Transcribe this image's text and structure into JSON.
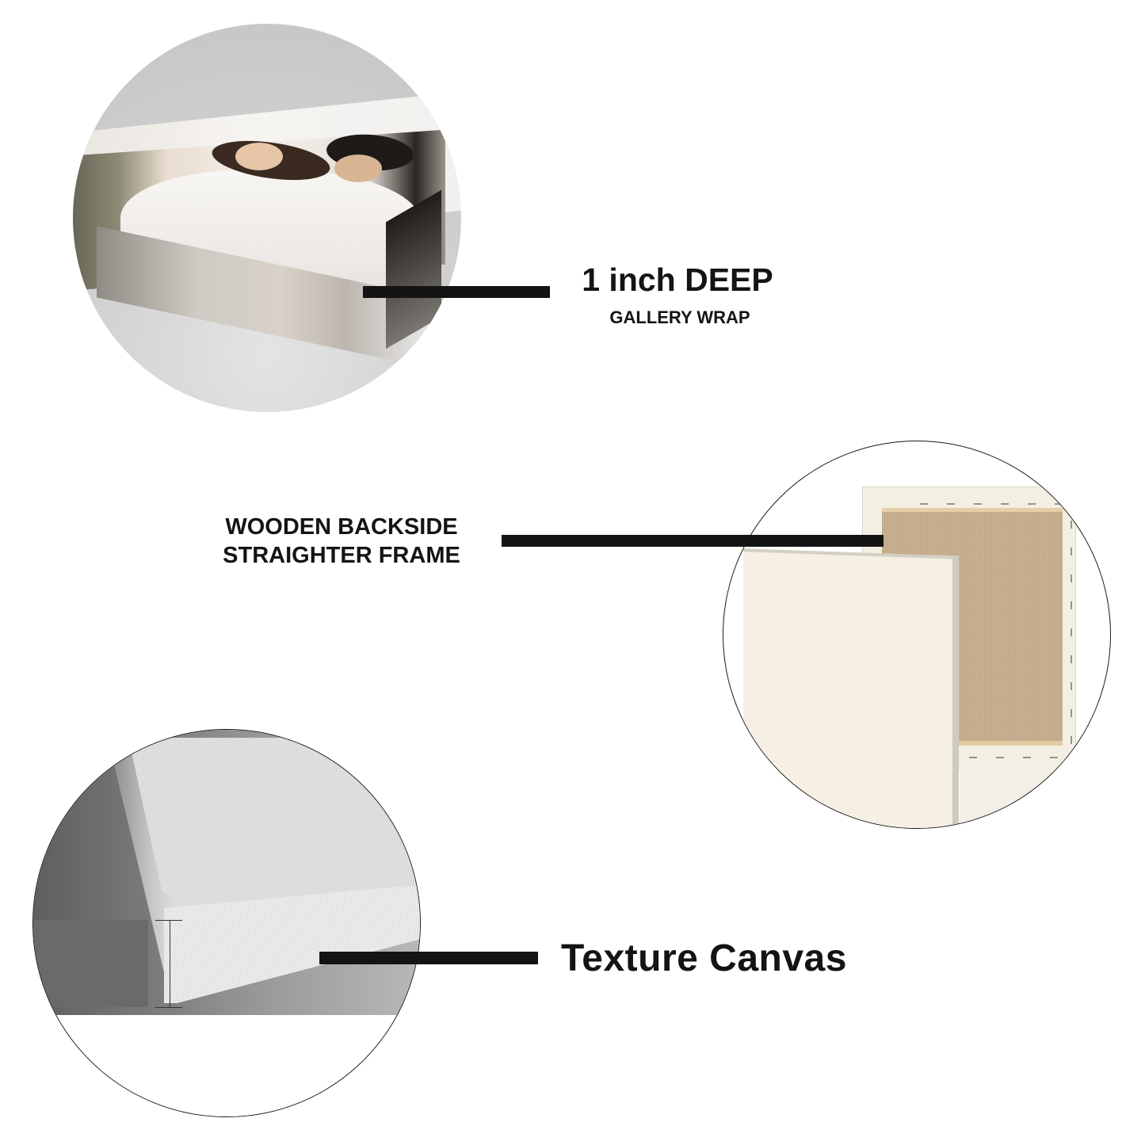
{
  "features": [
    {
      "id": "gallery-wrap",
      "title": "1 inch DEEP",
      "subtitle": "GALLERY WRAP",
      "image": "canvas-photo-couple"
    },
    {
      "id": "wooden-backside",
      "line1": "WOODEN BACKSIDE",
      "line2": "STRAIGHTER FRAME",
      "image": "canvas-back-wood-frame"
    },
    {
      "id": "texture-canvas",
      "title": "Texture Canvas",
      "image": "canvas-texture-closeup"
    }
  ],
  "colors": {
    "text": "#141414",
    "connector": "#141414",
    "background": "#ffffff",
    "circle_border": "#1a1a1a"
  }
}
